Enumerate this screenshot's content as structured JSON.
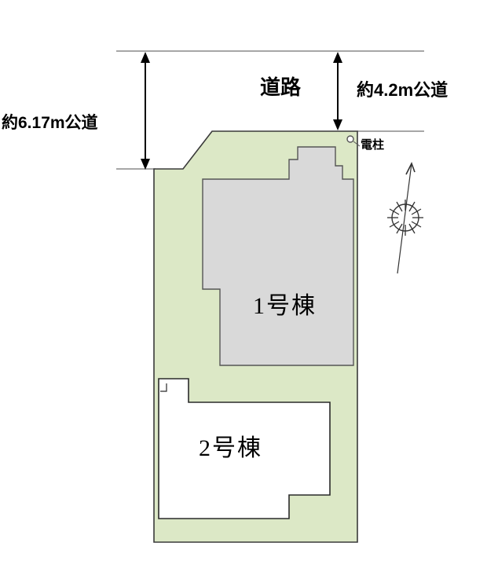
{
  "labels": {
    "road": "道路",
    "road_width_right": "約4.2m公道",
    "road_width_left": "約6.17m公道",
    "utility_pole": "電柱",
    "building1": "1号棟",
    "building2": "2号棟"
  },
  "colors": {
    "plot_fill": "#dce8c6",
    "building1_fill": "#d9d9d9",
    "building2_fill": "#ffffff",
    "outline": "#3a3a3a",
    "road_line": "#8a8a8a",
    "arrow": "#000000"
  }
}
